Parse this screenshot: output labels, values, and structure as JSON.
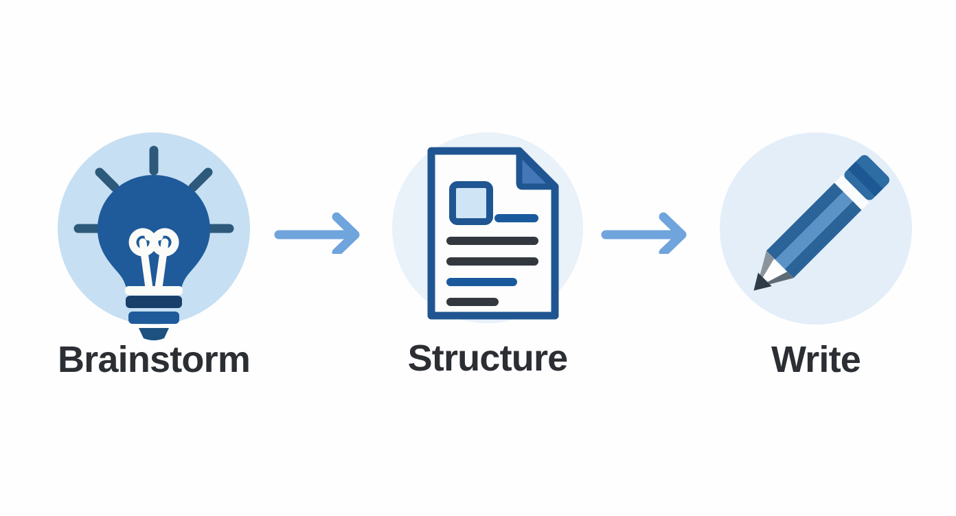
{
  "diagram": {
    "title": "Brainstorm to Structure to Write process flow",
    "background_color": "#fefefe",
    "direction": "left-to-right",
    "steps": [
      {
        "id": "brainstorm",
        "order": 1,
        "label": "Brainstorm",
        "icon": "lightbulb-icon",
        "disc_color": "#c6dff3",
        "icon_primary_color": "#1f5b9a",
        "icon_accent_color": "#2d5a7b"
      },
      {
        "id": "structure",
        "order": 2,
        "label": "Structure",
        "icon": "document-icon",
        "disc_color": "#e9f1f9",
        "icon_primary_color": "#1f5591",
        "icon_accent_color": "#4477b8"
      },
      {
        "id": "write",
        "order": 3,
        "label": "Write",
        "icon": "pencil-icon",
        "disc_color": "#e3eef8",
        "icon_primary_color": "#2e6ca4",
        "icon_accent_color": "#5b93c7"
      }
    ],
    "connectors": [
      {
        "id": "arrow-1",
        "icon": "arrow-right-icon",
        "from": "brainstorm",
        "to": "structure",
        "color": "#6fa4dd"
      },
      {
        "id": "arrow-2",
        "icon": "arrow-right-icon",
        "from": "structure",
        "to": "write",
        "color": "#6fa4dd"
      }
    ],
    "palette": {
      "label_text": "#2b2e33",
      "arrow": "#6fa4dd",
      "deep_blue": "#1f5591",
      "mid_blue": "#2e6ca4",
      "light_blue_fill": "#cfe4f4",
      "dark_slate": "#33383f",
      "navy": "#173f69",
      "graphite": "#2f3b46",
      "paper_white": "#fdfdfd"
    }
  }
}
